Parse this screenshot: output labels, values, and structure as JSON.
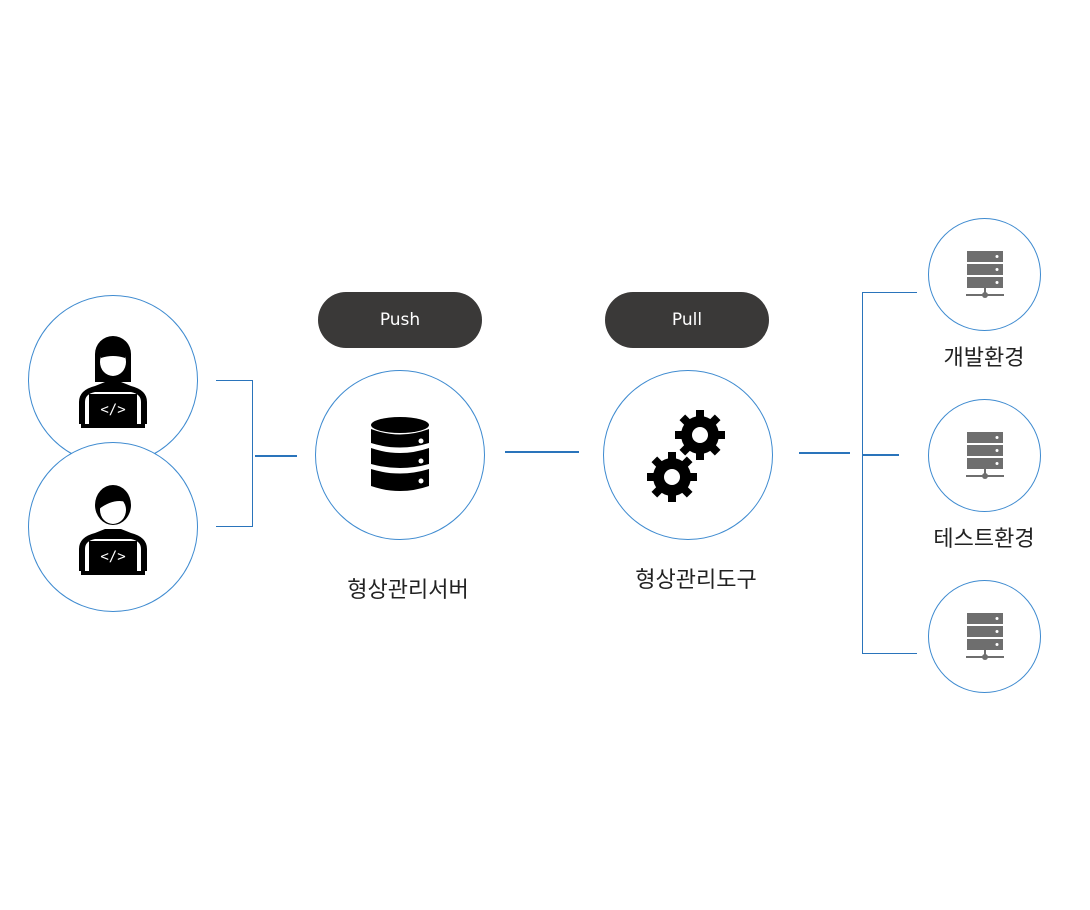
{
  "pills": {
    "push": "Push",
    "pull": "Pull"
  },
  "nodes": {
    "scm_server": "형상관리서버",
    "scm_tool": "형상관리도구",
    "environments": [
      "개발환경",
      "테스트환경",
      ""
    ]
  },
  "colors": {
    "circle_border": "#3f8bd0",
    "line": "#2a74bb",
    "pill": "#3a3938",
    "server_icon": "#6e6e6e"
  }
}
